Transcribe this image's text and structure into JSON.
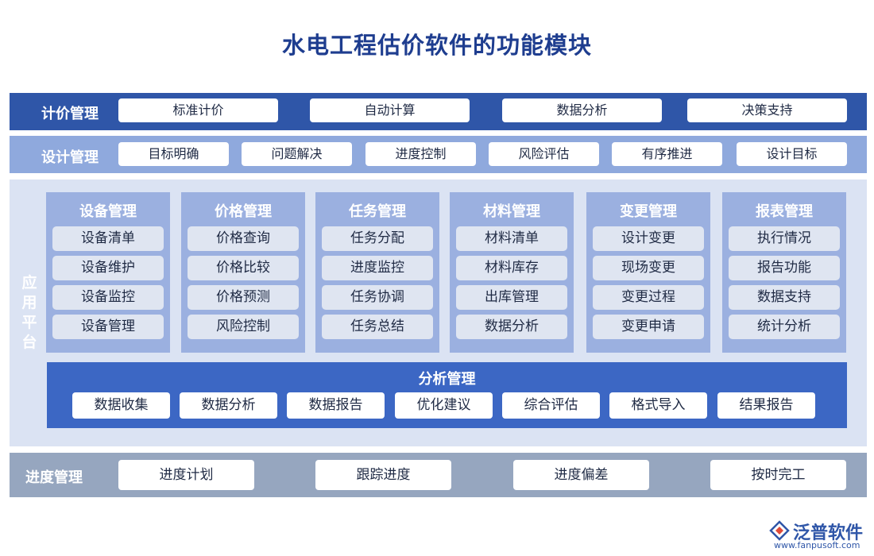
{
  "title": "水电工程估价软件的功能模块",
  "pricing": {
    "label": "计价管理",
    "items": [
      "标准计价",
      "自动计算",
      "数据分析",
      "决策支持"
    ]
  },
  "design": {
    "label": "设计管理",
    "items": [
      "目标明确",
      "问题解决",
      "进度控制",
      "风险评估",
      "有序推进",
      "设计目标"
    ]
  },
  "platform": {
    "label": "应用平台",
    "modules": [
      {
        "title": "设备管理",
        "items": [
          "设备清单",
          "设备维护",
          "设备监控",
          "设备管理"
        ]
      },
      {
        "title": "价格管理",
        "items": [
          "价格查询",
          "价格比较",
          "价格预测",
          "风险控制"
        ]
      },
      {
        "title": "任务管理",
        "items": [
          "任务分配",
          "进度监控",
          "任务协调",
          "任务总结"
        ]
      },
      {
        "title": "材料管理",
        "items": [
          "材料清单",
          "材料库存",
          "出库管理",
          "数据分析"
        ]
      },
      {
        "title": "变更管理",
        "items": [
          "设计变更",
          "现场变更",
          "变更过程",
          "变更申请"
        ]
      },
      {
        "title": "报表管理",
        "items": [
          "执行情况",
          "报告功能",
          "数据支持",
          "统计分析"
        ]
      }
    ],
    "analysis": {
      "title": "分析管理",
      "items": [
        "数据收集",
        "数据分析",
        "数据报告",
        "优化建议",
        "综合评估",
        "格式导入",
        "结果报告"
      ]
    }
  },
  "schedule": {
    "label": "进度管理",
    "items": [
      "进度计划",
      "跟踪进度",
      "进度偏差",
      "按时完工"
    ]
  },
  "logo": {
    "name": "泛普软件",
    "url": "www.fanpusoft.com",
    "icon": "fanpu-logo-icon"
  },
  "colors": {
    "band_dark": "#2f56a8",
    "band_light": "#8fa9dd",
    "platform_bg": "#dbe3f3",
    "module_bg": "#9bb0e0",
    "analysis_bg": "#3c67c4",
    "schedule_bg": "#96a6bf",
    "title": "#1e3d8f"
  }
}
